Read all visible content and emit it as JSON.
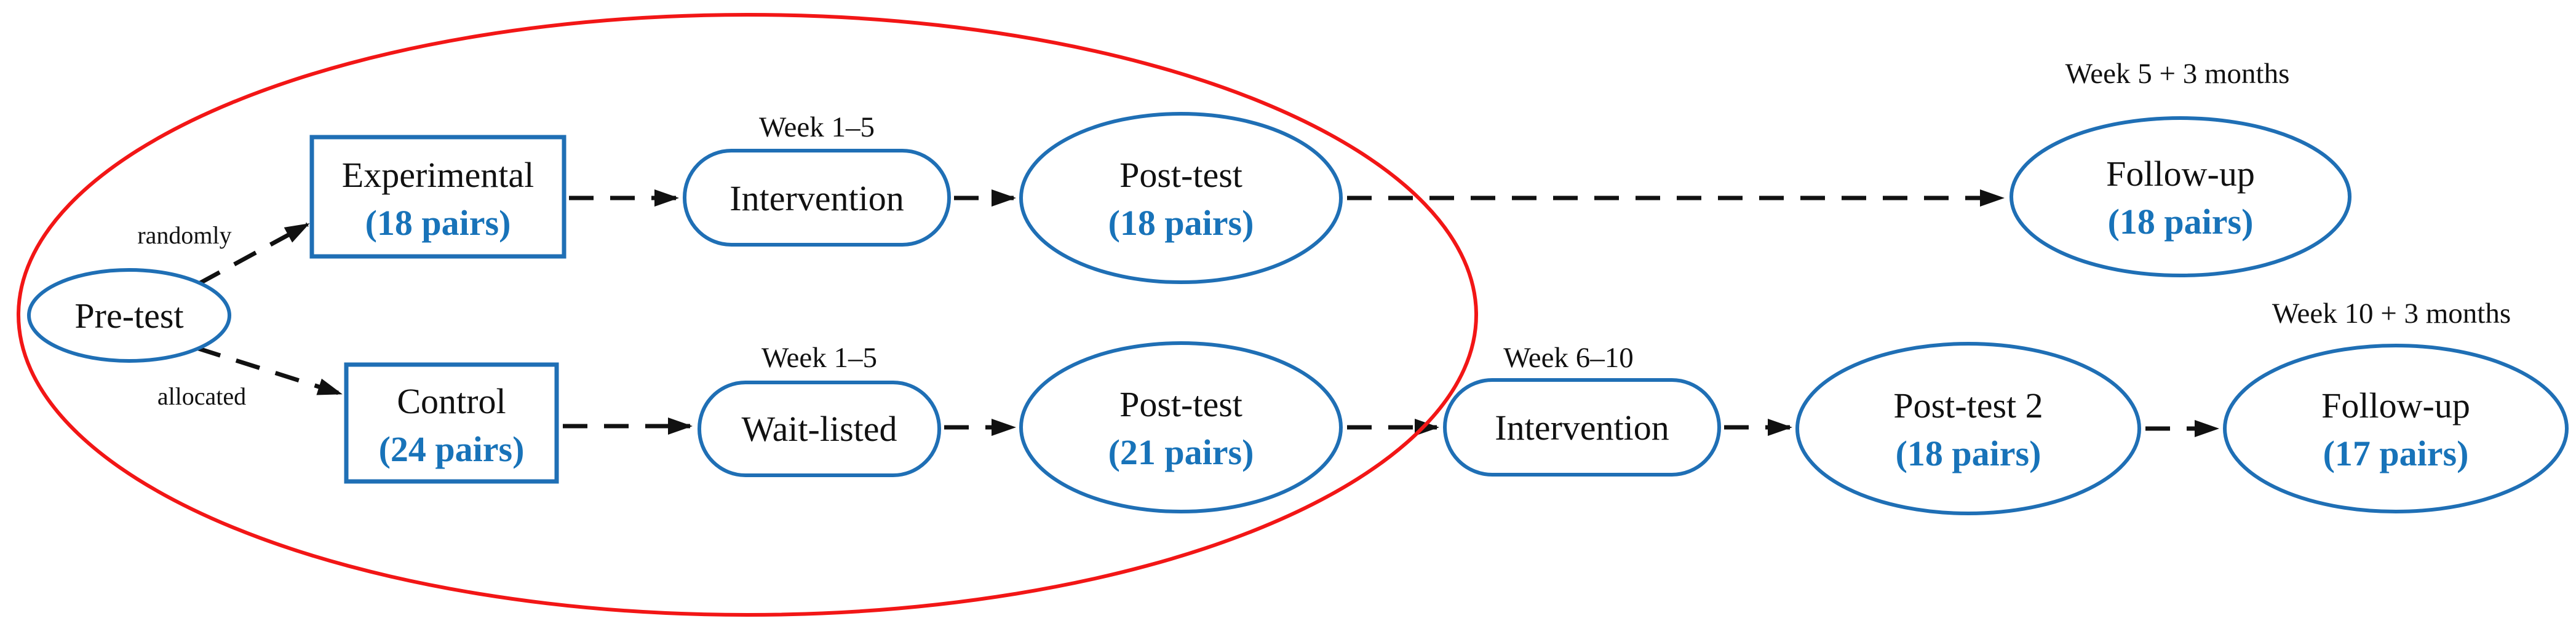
{
  "diagram": {
    "title": "study-flow-diagram",
    "colors": {
      "blue": "#1f6fb5",
      "blue_text": "#1873b9",
      "red": "#f21616",
      "black": "#111111"
    },
    "labels": {
      "randomly": "randomly",
      "allocated": "allocated"
    },
    "nodes": {
      "pretest": {
        "label": "Pre-test"
      },
      "experimental": {
        "label": "Experimental",
        "pairs": "(18 pairs)"
      },
      "control": {
        "label": "Control",
        "pairs": "(24 pairs)"
      },
      "intervention1": {
        "label": "Intervention",
        "week": "Week 1–5"
      },
      "waitlisted": {
        "label": "Wait-listed",
        "week": "Week 1–5"
      },
      "posttest_exp": {
        "label": "Post-test",
        "pairs": "(18 pairs)"
      },
      "posttest_ctrl": {
        "label": "Post-test",
        "pairs": "(21 pairs)"
      },
      "intervention2": {
        "label": "Intervention",
        "week": "Week 6–10"
      },
      "posttest2": {
        "label": "Post-test 2",
        "pairs": "(18 pairs)"
      },
      "followup_exp": {
        "label": "Follow-up",
        "pairs": "(18 pairs)",
        "week": "Week 5 + 3 months"
      },
      "followup_ctrl": {
        "label": "Follow-up",
        "pairs": "(17 pairs)",
        "week": "Week 10 + 3 months"
      }
    }
  }
}
